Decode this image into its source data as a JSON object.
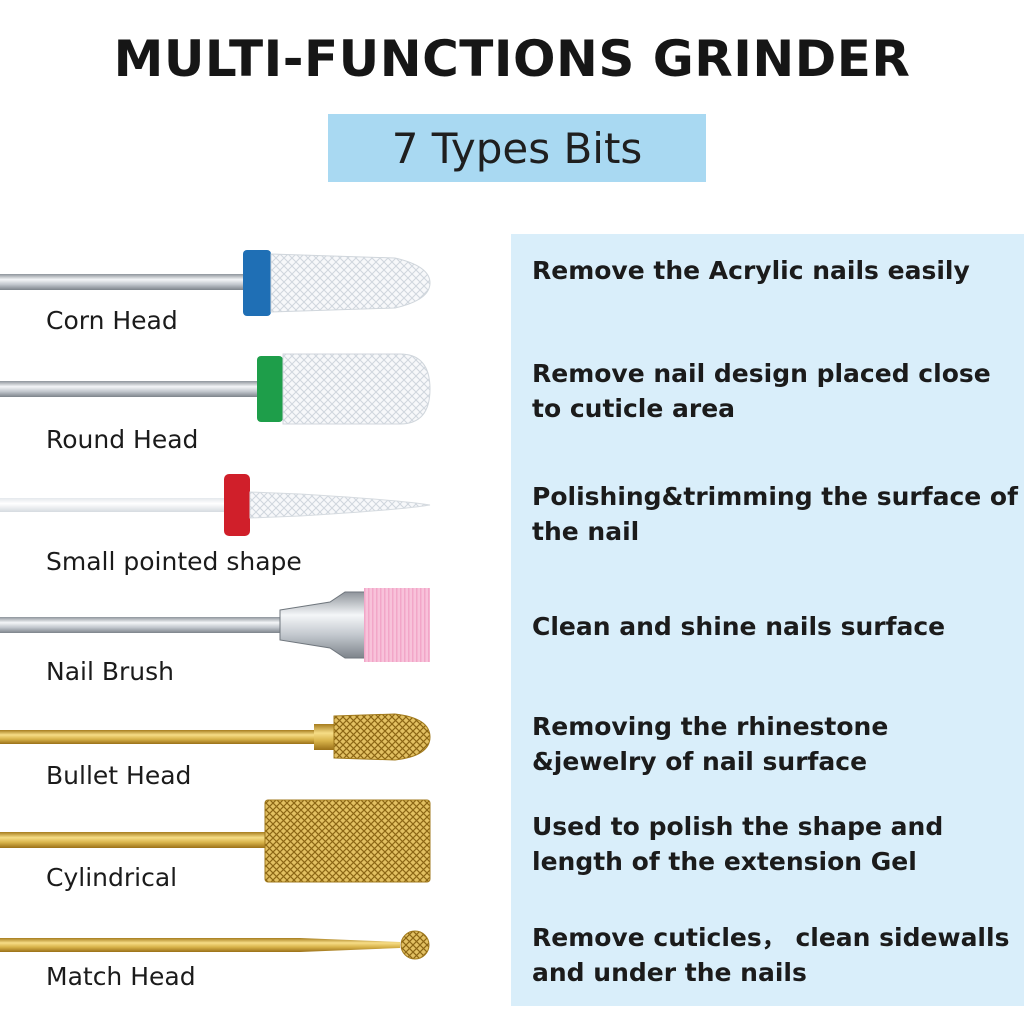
{
  "header": {
    "title": "MULTI-FUNCTIONS GRINDER",
    "subtitle": "7 Types Bits"
  },
  "bits": [
    {
      "label": "Corn Head",
      "description": "Remove the Acrylic nails easily",
      "band_color": "#1f6fb5",
      "head_color": "#ffffff"
    },
    {
      "label": "Round Head",
      "description": "Remove nail design placed close to cuticle area",
      "band_color": "#1e9e4a",
      "head_color": "#ffffff"
    },
    {
      "label": "Small pointed shape",
      "description": "Polishing&trimming the surface of the nail",
      "band_color": "#d01f2a",
      "head_color": "#ffffff"
    },
    {
      "label": "Nail Brush",
      "description": "Clean and shine nails surface",
      "band_color": "#c9ced3",
      "head_color": "#f7b6d2"
    },
    {
      "label": "Bullet Head",
      "description": "Removing the rhinestone &jewelry of nail surface",
      "band_color": "#d8b34a",
      "head_color": "#d8b34a"
    },
    {
      "label": "Cylindrical",
      "description": "Used to polish the shape and length of the extension Gel",
      "band_color": "#d8b34a",
      "head_color": "#d8b34a"
    },
    {
      "label": "Match Head",
      "description": "Remove cuticles， clean sidewalls and under the nails",
      "band_color": "#d8b34a",
      "head_color": "#d8b34a"
    }
  ],
  "colors": {
    "subtitle_bg": "#a9d9f2",
    "panel_bg": "#d9eefa",
    "silver": "#b9bec4",
    "gold": "#d8b34a"
  }
}
